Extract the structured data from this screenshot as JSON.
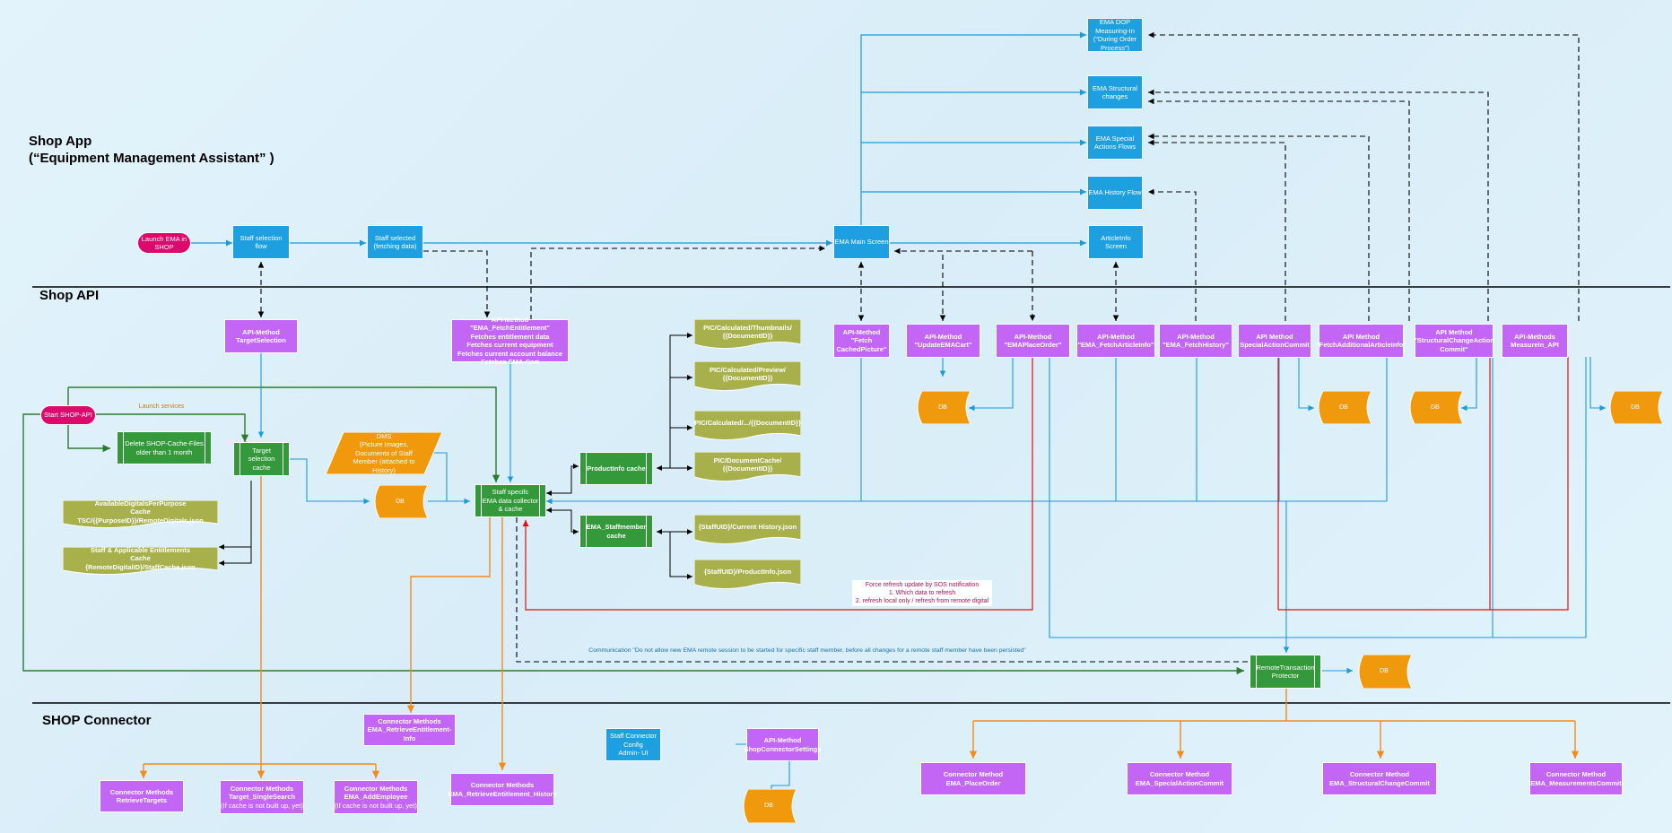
{
  "lanes": {
    "shop_app": "Shop App\n(“Equipment Management Assistant” )",
    "shop_api": "Shop API",
    "shop_connector": "SHOP Connector"
  },
  "colors": {
    "process": "#1ea0e0",
    "api_method": "#c466f5",
    "terminator": "#dd0a6e",
    "predefined": "#34993a",
    "document": "#a8b04c",
    "database": "#f0990d",
    "flow_blue": "#1b9ad6",
    "flow_green": "#2b7a2f",
    "flow_orange": "#f28a1c",
    "flow_red": "#e01010",
    "dashed_black": "#000000"
  },
  "app": {
    "launch": "Launch EMA in\nSHOP",
    "staff_selection_flow": "Staff selection flow",
    "staff_selected": "Staff selected\n(fetching data)",
    "main_screen": "EMA Main Screen",
    "dop": "EMA DOP\nMeasuring-In\n(“During Order\nProcess”)",
    "structural": "EMA Structural\nchanges",
    "special": "EMA Special\nActions Flows",
    "history": "EMA History Flow",
    "articleinfo": "ArticleInfo\nScreen"
  },
  "api": {
    "target_selection": "API-Method\nTargetSelection",
    "fetch_entitlement": "API-Method \"EMA_FetchEntitlement\"\nFetches entitlement data\nFetches current equipment\nFetches current account balance\nFetches EMA-Cart",
    "fetch_cached_picture": "API-Method\n\"Fetch\nCachedPicture\"",
    "update_cart": "API-Method\n\"UpdateEMACart\"",
    "place_order": "API-Method\n\"EMAPlaceOrder\"",
    "fetch_articleinfo": "API-Method\n\"EMA_FetchArticleInfo\"",
    "fetch_history": "API-Method\n\"EMA_FetchHistory\"",
    "special_action_commit": "API Method\nSpecialActionCommit",
    "fetch_additional": "API Method\n\"FetchAdditionalArticleInfo\"",
    "structural_commit": "API Method\n\"StructuralChangeAction\nCommit\"",
    "measurein": "API-Methods\nMeasureIn_API",
    "start_shop_api": "Start SHOP-API",
    "launch_services": "Launch services",
    "delete_cache": "Delete SHOP-Cache-Files\nolder than 1 month",
    "target_cache": "Target\nselection\ncache",
    "available_digitals": "AvailableDigitalsPerPurpose\nCache\nTSC/{{PurposeID}}/RemoteDigitals.json",
    "staff_entitlements": "Staff & Applicable Entitlements\nCache\n{RemoteDigitalID}/StaffCache.json",
    "dms": "DMS\n(Picture Images,\nDocuments of Staff\nMember (attached to\nHistory)",
    "db": "DB",
    "collector": "Staff specifc\nEMA data collector\n& cache",
    "productinfo_cache": "ProductInfo cache",
    "staffmember_cache": "EMA_Staffmember\ncache",
    "pic_thumbnails": "PIC/Calculated/Thumbnails/\n{{DocumentID}}",
    "pic_preview": "PIC/Calculated/Preview/\n{{DocumentID}}",
    "pic_generic": "PIC/Calculated/.../{{DocumentID}}",
    "pic_doccache": "PIC/DocumentCache/\n{{DocumentID}}",
    "current_history": "{StaffUID}/Current History.json",
    "productinfo_json": "{StaffUID}/ProductInfo.json",
    "force_refresh": "Force refresh update by SOS notification\n1. Which data to refresh\n2. refresh local only / refresh from remote digital",
    "communication": "Communication \"Do not allow new EMA remote session to be started for specific staff member, before all changes for a remote staff member have been persisted\"",
    "remote_protector": "RemoteTransaction\nProtector"
  },
  "connector": {
    "retrieve_entitlement_info": "Connector Methods\nEMA_RetrieveEntitlement-Info",
    "retrieve_targets": "Connector Methods\nRetrieveTargets",
    "single_search_title": "Connector Methods\nTarget_SingleSearch",
    "single_search_sub": "(If cache is not built up, yet)",
    "add_employee_title": "Connector Methods\nEMA_AddEmployee",
    "add_employee_sub": "(If cache is not built up, yet)",
    "retrieve_history": "Connector Methods\nEMA_RetrieveEntitlement_History",
    "staff_connector_config": "Staff Connector\nConfig\nAdmin- UI",
    "shop_connector_settings": "API-Method\nShopConnectorSettings",
    "place_order": "Connector Method\nEMA_PlaceOrder",
    "special_action_commit": "Connector Method\nEMA_SpecialActionCommit",
    "structural_change_commit": "Connector Method\nEMA_StructuralChangeCommit",
    "measurements_commit": "Connector Method\nEMA_MeasurementsCommit"
  }
}
